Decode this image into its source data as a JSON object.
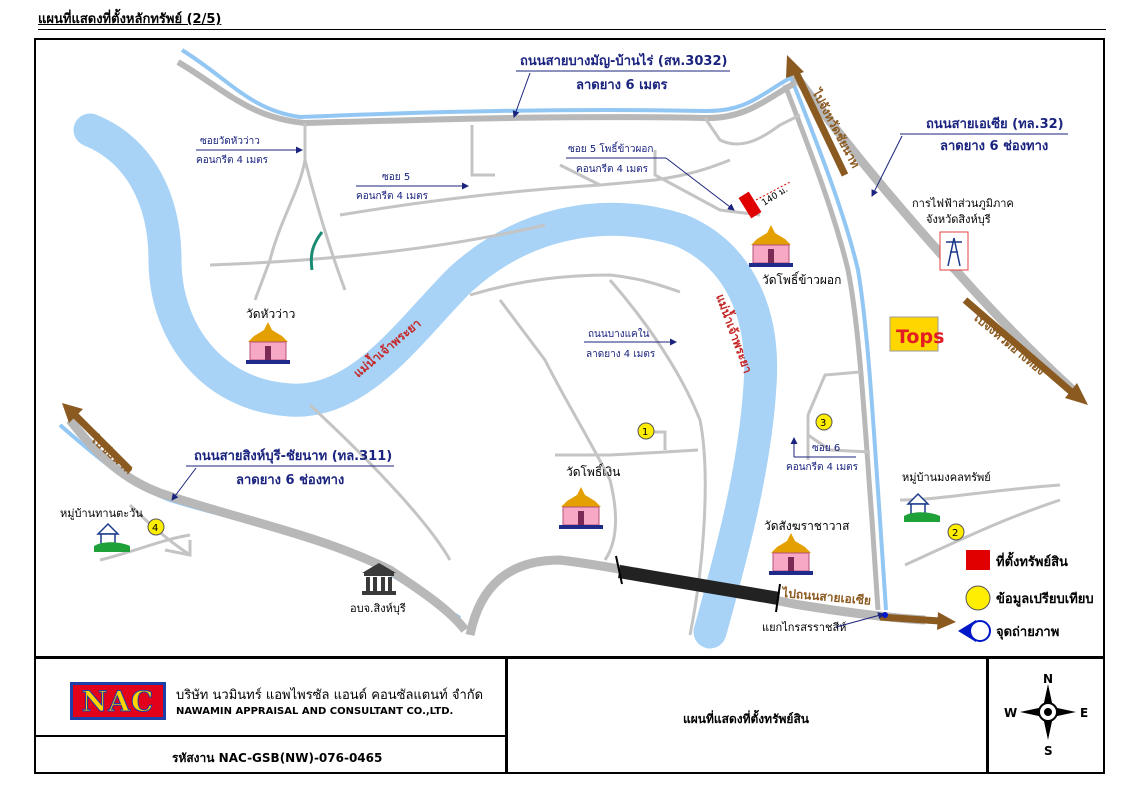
{
  "header": {
    "title": "แผนที่แสดงที่ตั้งหลักทรัพย์ (2/5)"
  },
  "roads": {
    "bangmanoon": {
      "name": "ถนนสายบางมัญ-บ้านไร่ (สห.3032)",
      "surface": "ลาดยาง 6 เมตร"
    },
    "asia": {
      "name": "ถนนสายเอเซีย (ทล.32)",
      "surface": "ลาดยาง 6 ช่องทาง"
    },
    "singburi_chainat": {
      "name": "ถนนสายสิงห์บุรี-ชัยนาท (ทล.311)",
      "surface": "ลาดยาง 6 ช่องทาง"
    },
    "soi_wat_hua_wang": {
      "name": "ซอยวัดหัวว่าว",
      "surface": "คอนกรีต 4 เมตร"
    },
    "soi_5": {
      "name": "ซอย 5",
      "surface": "คอนกรีต 4 เมตร"
    },
    "soi_5_pho": {
      "name": "ซอย 5 โพธิ์ข้าวผอก",
      "surface": "คอนกรีต 4 เมตร"
    },
    "bang_khae_nai": {
      "name": "ถนนบางแคใน",
      "surface": "ลาดยาง 4 เมตร"
    },
    "soi_6": {
      "name": "ซอย 6",
      "surface": "คอนกรีต 4 เมตร"
    }
  },
  "directions": {
    "to_wat_sing": "ไปจังหวัดชัยนาท",
    "to_ang_thong": "ไปจังหวัดอ่างทอง",
    "to_chainat_sw": "ไปชัยนาท",
    "to_asia": "ไปถนนสายเอเซีย"
  },
  "rivers": {
    "label_1": "แม่น้ำเจ้าพระยา",
    "label_2": "แม่น้ำเจ้าพระยา"
  },
  "places": {
    "wat_hua_wang": "วัดหัวว่าว",
    "wat_pho_khao": "วัดโพธิ์ข้าวผอก",
    "wat_pho_ngern": "วัดโพธิ์เงิน",
    "wat_sangkha": "วัดสังฆราชาวาส",
    "pea_line1": "การไฟฟ้าส่วนภูมิภาค",
    "pea_line2": "จังหวัดสิงห์บุรี",
    "tops": "Tops",
    "village_mongkol": "หมู่บ้านมงคลทรัพย์",
    "village_tawan": "หมู่บ้านทานตะวัน",
    "district_office": "อบจ.สิงห์บุรี",
    "junction": "แยกไกรสรราชสีห์"
  },
  "distance": "140 ม.",
  "comparables": [
    "1",
    "2",
    "3",
    "4"
  ],
  "legend": {
    "property": "ที่ตั้งทรัพย์สิน",
    "comparable": "ข้อมูลเปรียบเทียบ",
    "photo_point": "จุดถ่ายภาพ"
  },
  "footer": {
    "logo_text": "NAC",
    "company_th": "บริษัท นวมินทร์ แอพไพรซัล แอนด์ คอนซัลแตนท์ จำกัด",
    "company_en": "NAWAMIN APPRAISAL AND CONSULTANT CO.,LTD.",
    "job_code": "รหัสงาน  NAC-GSB(NW)-076-0465",
    "map_title": "แผนที่แสดงที่ตั้งทรัพย์สิน"
  },
  "compass": {
    "n": "N",
    "s": "S",
    "e": "E",
    "w": "W"
  },
  "colors": {
    "river": "#a8d3f7",
    "road_gray": "#b8b8b8",
    "canal": "#93c7f3",
    "arrow_brown": "#8b5a20",
    "label_blue": "#1a237e",
    "label_red": "#c62828",
    "property_red": "#e00000",
    "comparable_yellow": "#ffee00",
    "photo_blue": "#0018c8"
  }
}
